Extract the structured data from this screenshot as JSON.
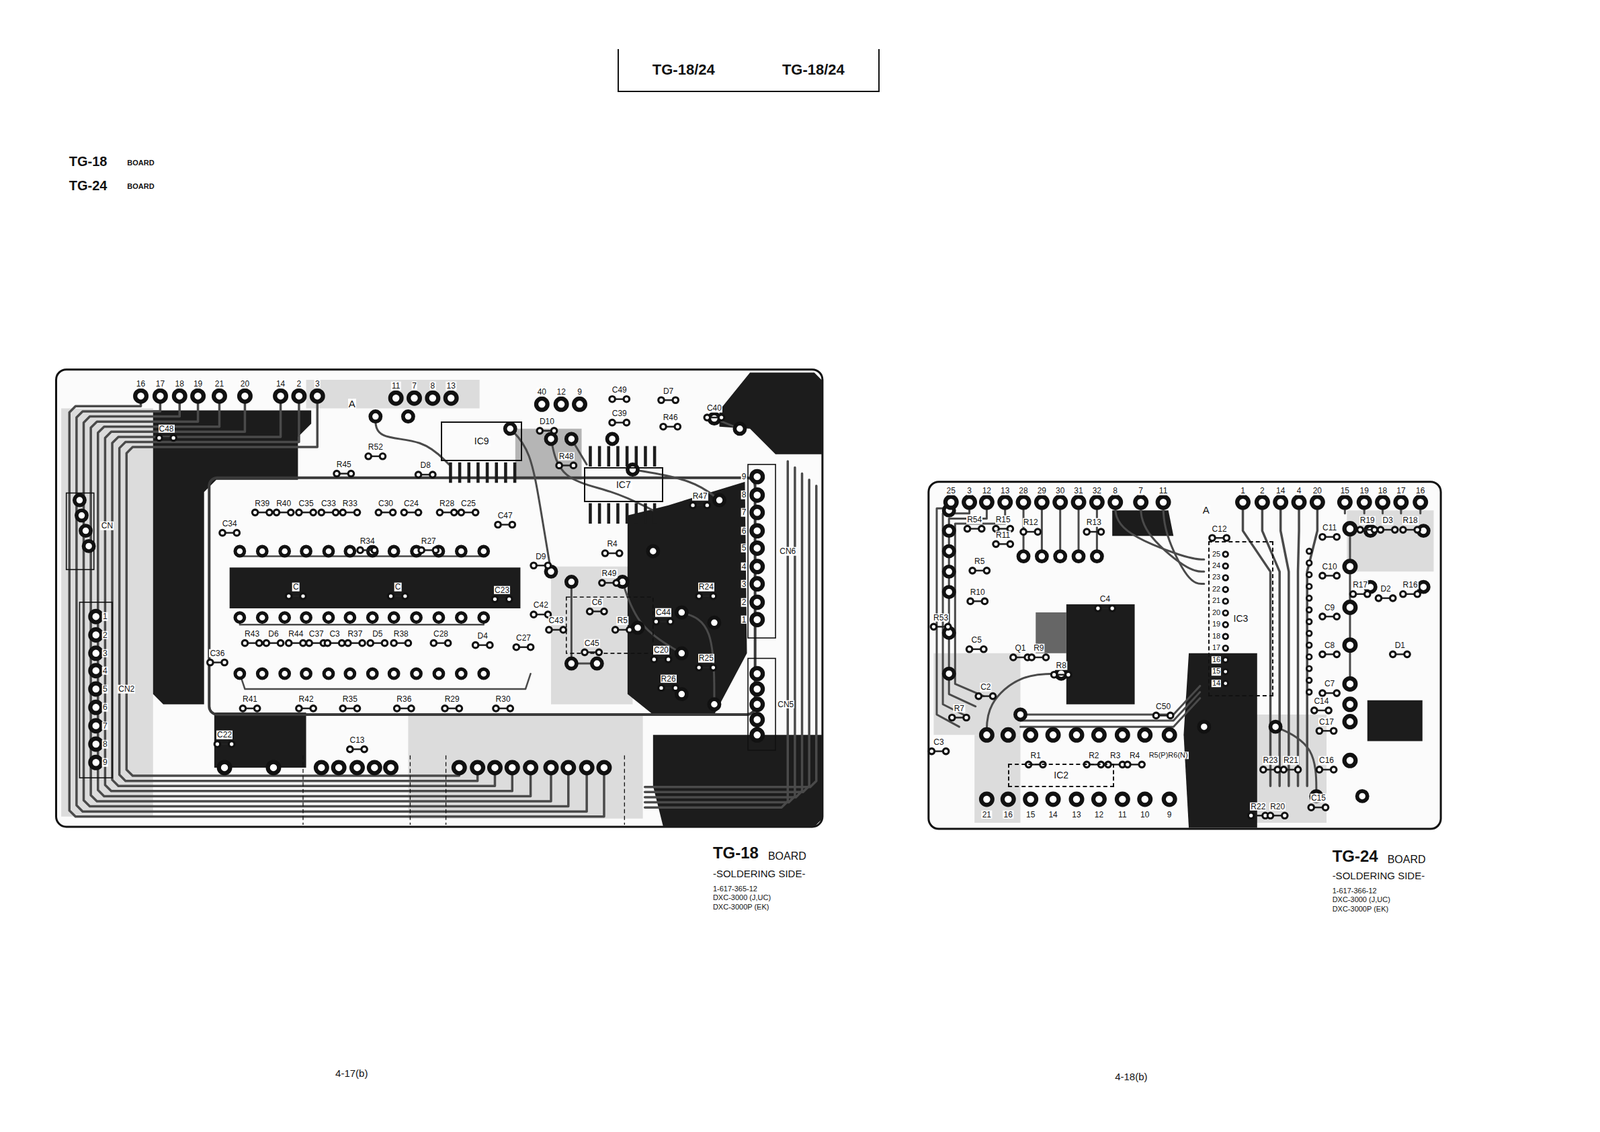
{
  "diagram": {
    "nodes": [
      {
        "text": [
          "TG-18/24",
          "TG-18/24"
        ]
      },
      {
        "text": [
          "IC9"
        ]
      },
      {
        "text": [
          "IC7"
        ]
      },
      {
        "text": [
          "IC3"
        ]
      },
      {
        "text": [
          "IC2"
        ]
      }
    ],
    "labels": [
      "TG-18",
      "BOARD",
      "TG-24",
      "BOARD",
      "TG-18",
      "BOARD",
      "-SOLDERING SIDE-",
      "1-617-365-12",
      "DXC-3000 (J,UC)",
      "DXC-3000P (EK)",
      "4-17(b)",
      "TG-24",
      "BOARD",
      "-SOLDERING SIDE-",
      "1-617-366-12",
      "DXC-3000 (J,UC)",
      "DXC-3000P (EK)",
      "4-18(b)",
      "16",
      "17",
      "18",
      "19",
      "21",
      "20",
      "14",
      "2",
      "3",
      "11",
      "7",
      "8",
      "13",
      "40",
      "12",
      "9",
      "A",
      "C48",
      "R52",
      "R45",
      "D8",
      "C49",
      "D7",
      "C39",
      "R46",
      "C40",
      "D10",
      "R48",
      "R47",
      "R39",
      "R40",
      "C35",
      "C33",
      "R33",
      "C30",
      "C24",
      "R28",
      "C25",
      "C47",
      "C34",
      "R34",
      "R27",
      "R4",
      "D9",
      "R49",
      "C",
      "C",
      "C23",
      "R24",
      "C42",
      "C43",
      "C6",
      "R5",
      "C45",
      "C44",
      "C20",
      "R25",
      "R26",
      "C36",
      "R43",
      "D6",
      "R44",
      "C37",
      "C3",
      "R37",
      "D5",
      "R38",
      "C28",
      "D4",
      "C27",
      "R41",
      "R42",
      "R35",
      "R36",
      "R29",
      "R30",
      "C22",
      "C13",
      "CN",
      "CN2",
      "CN6",
      "CN5",
      "1",
      "2",
      "3",
      "4",
      "5",
      "6",
      "7",
      "8",
      "9",
      "9",
      "8",
      "7",
      "6",
      "5",
      "4",
      "3",
      "2",
      "1",
      "25",
      "3",
      "12",
      "13",
      "28",
      "29",
      "30",
      "31",
      "32",
      "8",
      "7",
      "11",
      "1",
      "2",
      "14",
      "4",
      "20",
      "15",
      "19",
      "18",
      "17",
      "16",
      "A",
      "R54",
      "R15",
      "R12",
      "R13",
      "R11",
      "C12",
      "C11",
      "R19",
      "D3",
      "R18",
      "C10",
      "R17",
      "D2",
      "R16",
      "C9",
      "C8",
      "D1",
      "C7",
      "C14",
      "C17",
      "C16",
      "C15",
      "R23",
      "R21",
      "R22",
      "R20",
      "R5",
      "R10",
      "R53",
      "C5",
      "Q1",
      "R9",
      "C4",
      "R8",
      "C2",
      "R7",
      "C3",
      "C50",
      "R1",
      "R2",
      "R3",
      "R4",
      "R5(P)R6(N)",
      "21",
      "16",
      "15",
      "14",
      "13",
      "12",
      "11",
      "10",
      "9",
      "25",
      "24",
      "23",
      "22",
      "21",
      "20",
      "19",
      "18",
      "17",
      "16",
      "15",
      "14"
    ]
  }
}
